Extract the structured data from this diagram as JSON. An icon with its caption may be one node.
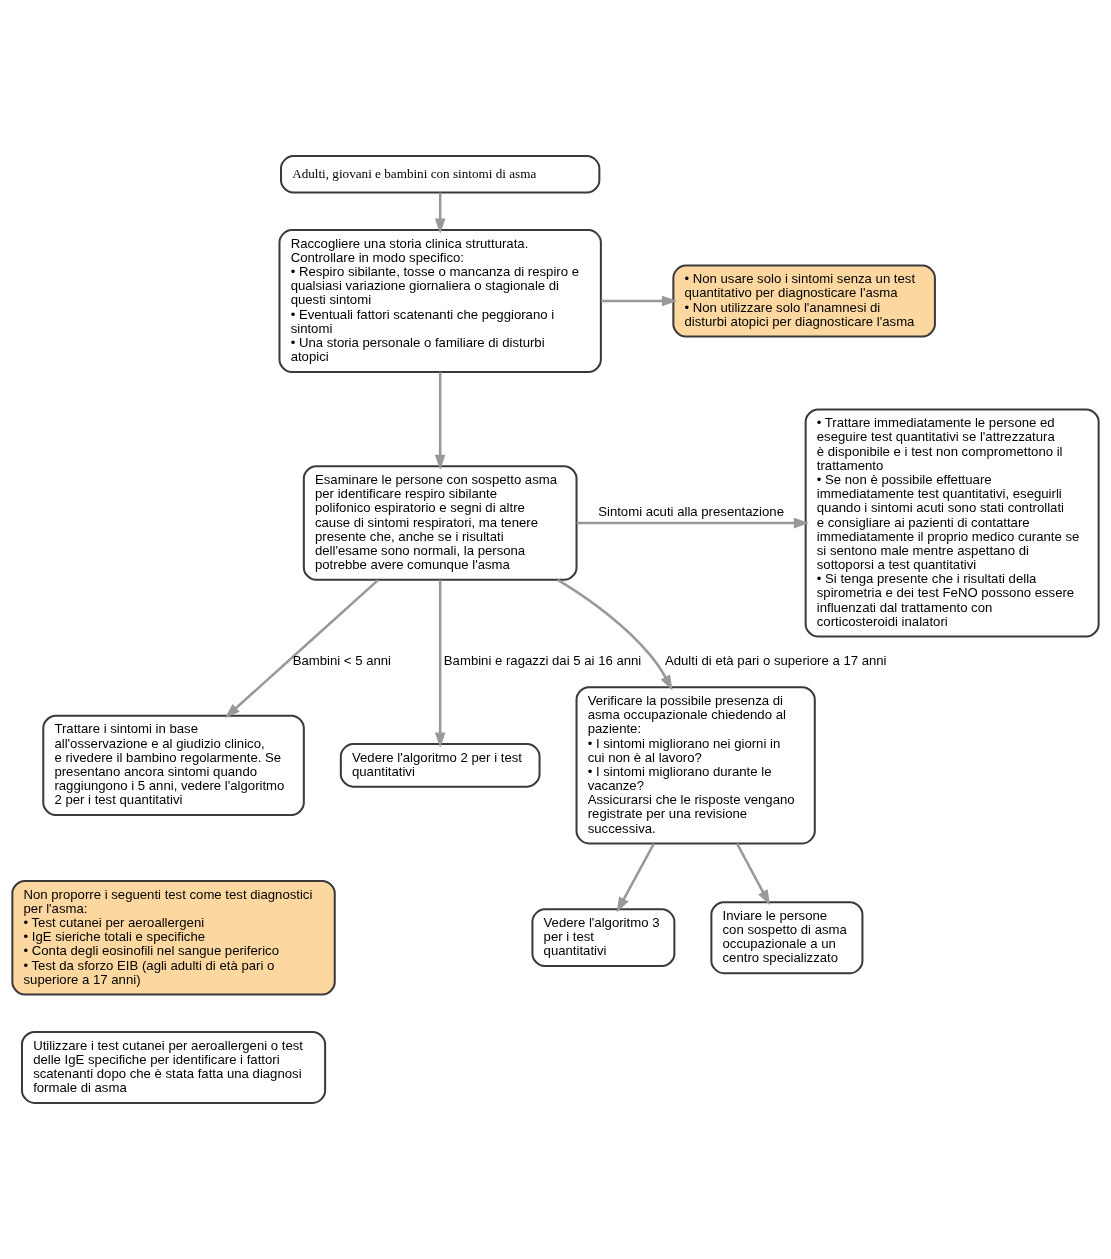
{
  "diagram": {
    "nodes": [
      {
        "text": [
          "Adulti, giovani e bambini con sintomi di asma"
        ]
      },
      {
        "text": [
          "Raccogliere una storia clinica strutturata. Controllare in modo specifico:",
          "• Respiro sibilante, tosse o mancanza di respiro e qualsiasi variazione giornaliera o stagionale di questi sintomi",
          "• Eventuali fattori scatenanti che peggiorano i sintomi",
          "• Una storia personale o familiare di disturbi atopici"
        ]
      },
      {
        "text": [
          "• Non usare solo i sintomi senza un test quantitativo per diagnosticare l'asma",
          "• Non utilizzare solo l'anamnesi di disturbi atopici per diagnosticare l'asma"
        ]
      },
      {
        "text": [
          "Esaminare le persone con sospetto asma per identificare respiro sibilante polifonico espiratorio e segni di altre cause di sintomi respiratori, ma tenere presente che, anche se i risultati dell'esame sono normali, la persona potrebbe avere comunque l'asma"
        ]
      },
      {
        "text": [
          "• Trattare immediatamente le persone ed eseguire test quantitativi se l'attrezzatura è disponibile e i test non compromettono il trattamento",
          "• Se non è possibile effettuare immediatamente test quantitativi, eseguirli quando i sintomi acuti sono stati controllati e consigliare ai pazienti di contattare immediatamente il proprio medico curante se si sentono male mentre aspettano di sottoporsi a test quantitativi",
          "• Si tenga presente che i risultati della spirometria e dei test FeNO possono essere influenzati dal trattamento con corticosteroidi inalatori"
        ]
      },
      {
        "text": [
          "Trattare i sintomi in base all'osservazione e al giudizio clinico, e rivedere il bambino regolarmente. Se presentano ancora sintomi quando raggiungono i 5 anni, vedere l'algoritmo 2 per i test quantitativi"
        ]
      },
      {
        "text": [
          "Vedere l'algoritmo 2 per i test quantitativi"
        ]
      },
      {
        "text": [
          "Verificare la possibile presenza di asma occupazionale chiedendo al paziente:",
          "• I sintomi migliorano nei giorni in cui non è al lavoro?",
          "• I sintomi migliorano durante le vacanze?",
          "Assicurarsi che le risposte vengano registrate per una revisione successiva."
        ]
      },
      {
        "text": [
          "Non proporre i seguenti test come test diagnostici per l'asma:",
          "• Test cutanei per aeroallergeni",
          "• IgE sieriche totali e specifiche",
          "• Conta degli eosinofili nel sangue periferico",
          "• Test da sforzo EIB (agli adulti di età pari o superiore a 17 anni)"
        ]
      },
      {
        "text": [
          "Vedere l'algoritmo 3 per i test quantitativi"
        ]
      },
      {
        "text": [
          "Inviare le persone con sospetto di asma occupazionale a un centro specializzato"
        ]
      },
      {
        "text": [
          "Utilizzare i test cutanei per aeroallergeni o test delle IgE specifiche per identificare i fattori scatenanti dopo che è stata fatta una diagnosi formale di asma"
        ]
      }
    ],
    "edges": [
      {
        "from": 0,
        "to": 1,
        "arrow": "to"
      },
      {
        "from": 1,
        "to": 2,
        "arrow": "to"
      },
      {
        "from": 1,
        "to": 3,
        "arrow": "to"
      },
      {
        "from": 3,
        "to": 4,
        "arrow": "to",
        "label": "Sintomi acuti alla presentazione"
      },
      {
        "from": 3,
        "to": 5,
        "arrow": "to",
        "label": "Bambini < 5 anni"
      },
      {
        "from": 3,
        "to": 6,
        "arrow": "to",
        "label": "Bambini e ragazzi dai 5 ai 16 anni"
      },
      {
        "from": 3,
        "to": 7,
        "arrow": "to",
        "label": "Adulti di età pari o superiore a 17 anni"
      },
      {
        "from": 7,
        "to": 9,
        "arrow": "to"
      },
      {
        "from": 7,
        "to": 10,
        "arrow": "to"
      }
    ]
  }
}
